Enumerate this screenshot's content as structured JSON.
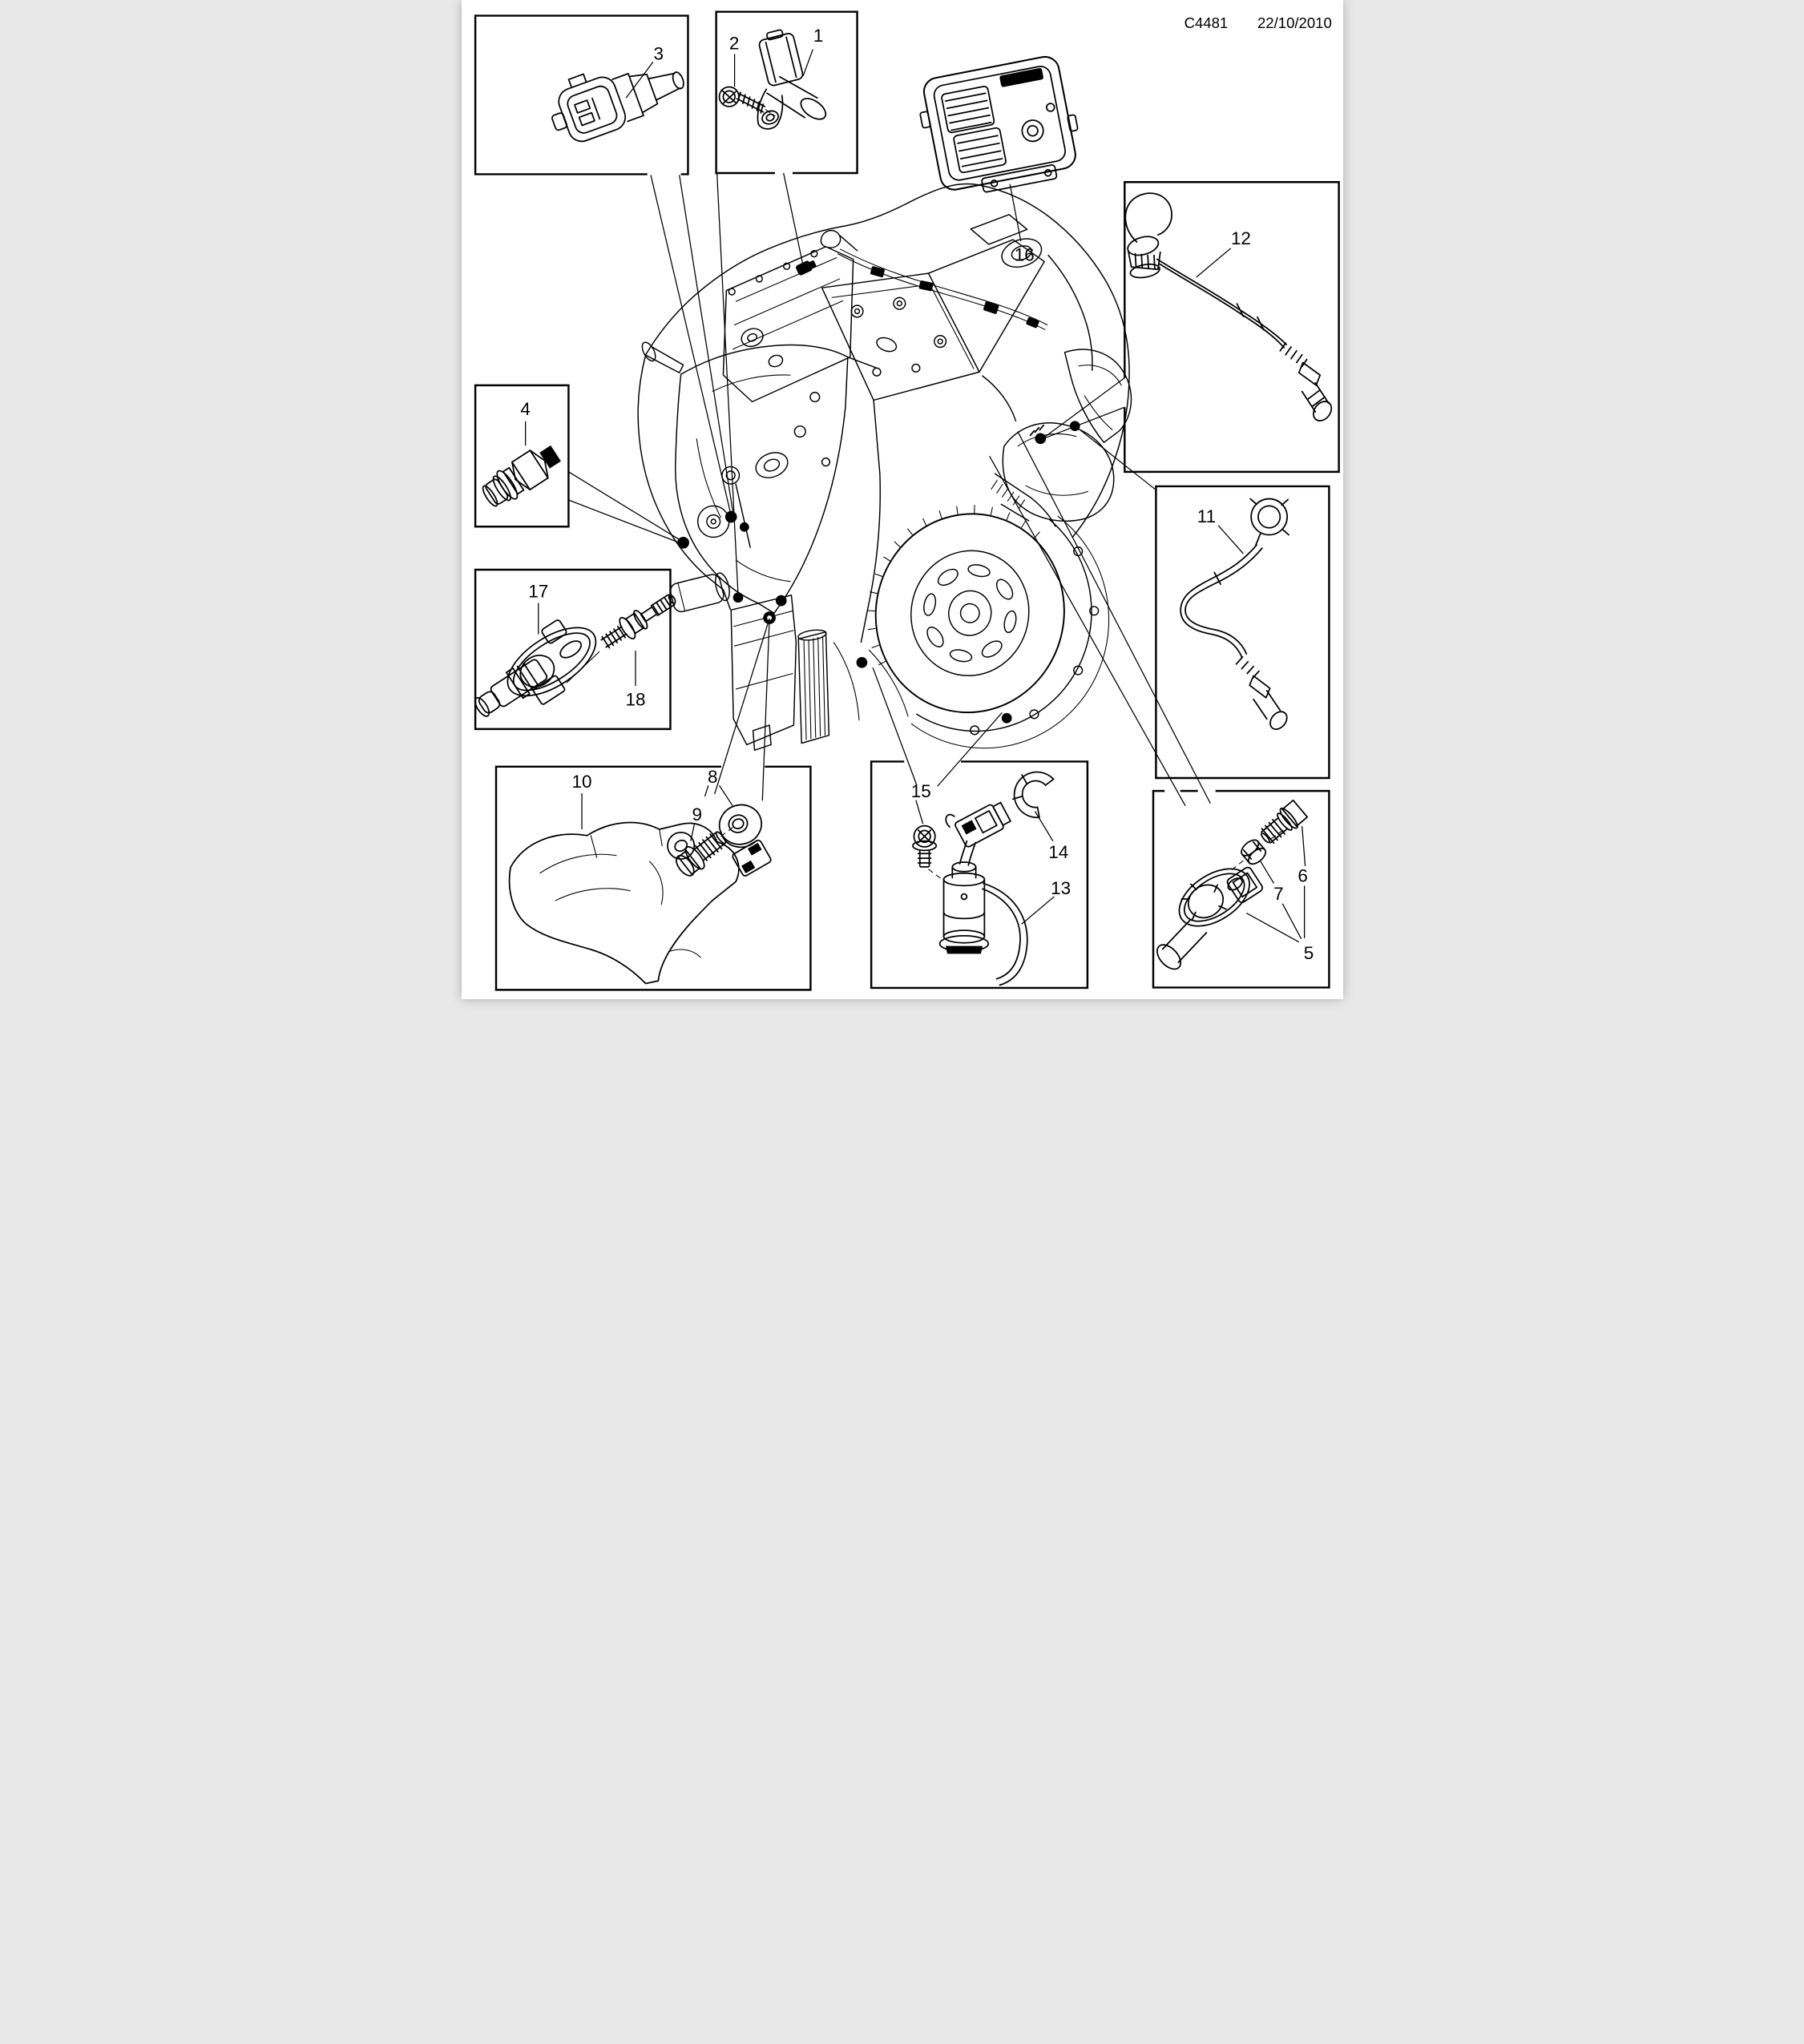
{
  "header": {
    "code": "C4481",
    "date": "22/10/2010"
  },
  "callouts": {
    "c1": "1",
    "c2": "2",
    "c3": "3",
    "c4": "4",
    "c5": "5",
    "c6": "6",
    "c7": "7",
    "c8": "8",
    "c9": "9",
    "c10": "10",
    "c11": "11",
    "c12": "12",
    "c13": "13",
    "c14": "14",
    "c15": "15",
    "c16": "16",
    "c17": "17",
    "c18": "18"
  },
  "colors": {
    "ink": "#000000",
    "paper": "#ffffff"
  }
}
